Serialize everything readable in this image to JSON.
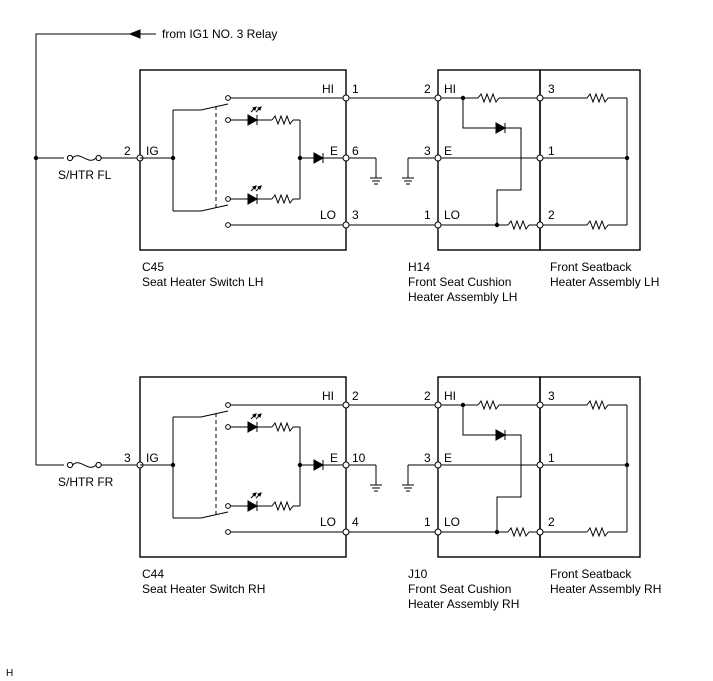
{
  "source": {
    "label": "from IG1 NO. 3 Relay"
  },
  "corner_mark": "H",
  "circuits": [
    {
      "fuse": "S/HTR FL",
      "switch": {
        "code": "C45",
        "name": "Seat Heater Switch LH",
        "ig_label": "IG",
        "ig_pin": "2",
        "hi_label": "HI",
        "hi_pin": "1",
        "e_label": "E",
        "e_pin": "6",
        "lo_label": "LO",
        "lo_pin": "3"
      },
      "cushion": {
        "code": "H14",
        "name_line1": "Front Seat Cushion",
        "name_line2": "Heater Assembly LH",
        "hi_label": "HI",
        "hi_pin": "2",
        "e_label": "E",
        "e_pin": "3",
        "lo_label": "LO",
        "lo_pin": "1"
      },
      "seatback": {
        "name_line1": "Front Seatback",
        "name_line2": "Heater Assembly LH",
        "pin_top": "3",
        "pin_mid": "1",
        "pin_bot": "2"
      }
    },
    {
      "fuse": "S/HTR FR",
      "switch": {
        "code": "C44",
        "name": "Seat Heater Switch RH",
        "ig_label": "IG",
        "ig_pin": "3",
        "hi_label": "HI",
        "hi_pin": "2",
        "e_label": "E",
        "e_pin": "10",
        "lo_label": "LO",
        "lo_pin": "4"
      },
      "cushion": {
        "code": "J10",
        "name_line1": "Front Seat Cushion",
        "name_line2": "Heater Assembly RH",
        "hi_label": "HI",
        "hi_pin": "2",
        "e_label": "E",
        "e_pin": "3",
        "lo_label": "LO",
        "lo_pin": "1"
      },
      "seatback": {
        "name_line1": "Front Seatback",
        "name_line2": "Heater Assembly RH",
        "pin_top": "3",
        "pin_mid": "1",
        "pin_bot": "2"
      }
    }
  ]
}
